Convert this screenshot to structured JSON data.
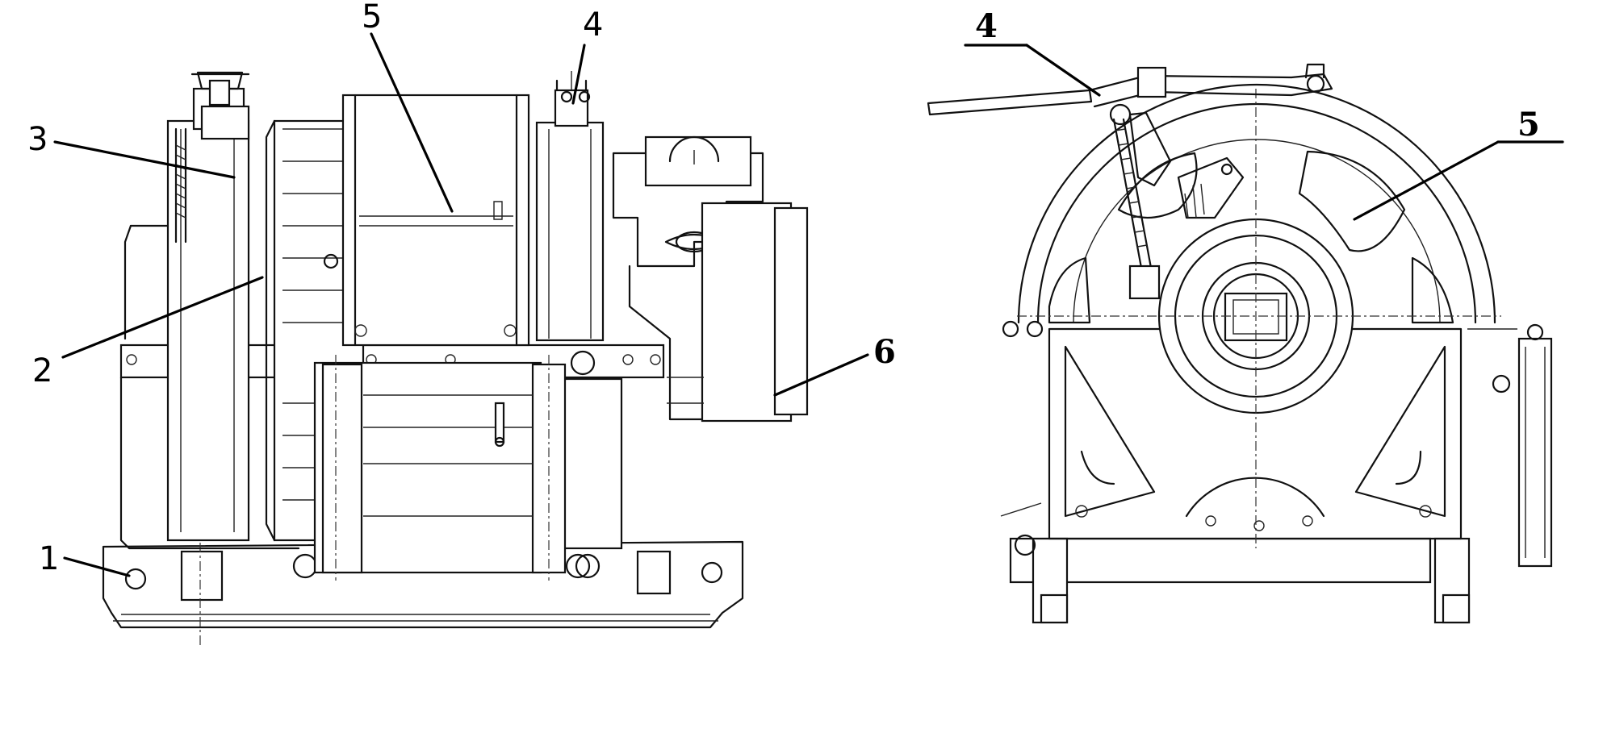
{
  "left_view": {
    "labels": [
      "1",
      "2",
      "3",
      "4",
      "5",
      "6"
    ]
  },
  "right_view": {
    "labels": [
      "4",
      "5"
    ]
  }
}
